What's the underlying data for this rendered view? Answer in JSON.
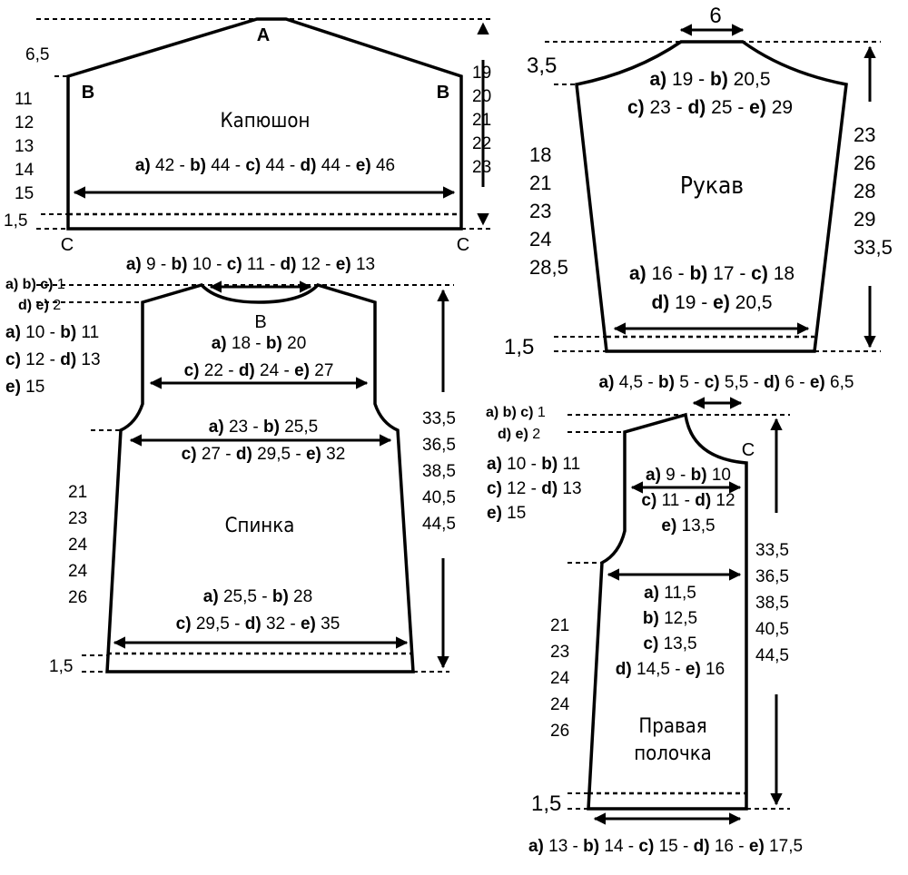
{
  "hood": {
    "title": "Капюшон",
    "width_label": "a) 42 - b) 44 - c) 44 - d) 44 - e) 46",
    "width_parts": [
      {
        "b": "a)",
        "n": " 42 - "
      },
      {
        "b": "b)",
        "n": " 44 - "
      },
      {
        "b": "c)",
        "n": " 44 - "
      },
      {
        "b": "d)",
        "n": " 44 - "
      },
      {
        "b": "e)",
        "n": " 46"
      }
    ],
    "top_offset": "6,5",
    "side_heights": [
      "11",
      "12",
      "13",
      "14",
      "15"
    ],
    "right_heights": [
      "19",
      "20",
      "21",
      "22",
      "23"
    ],
    "hem": "1,5",
    "point_a": "A",
    "point_b": "B",
    "point_c": "C"
  },
  "back": {
    "title": "Спинка",
    "neck_width_parts": [
      {
        "b": "a)",
        "n": " 9 - "
      },
      {
        "b": "b)",
        "n": " 10 - "
      },
      {
        "b": "c)",
        "n": " 11 - "
      },
      {
        "b": "d)",
        "n": " 12 - "
      },
      {
        "b": "e)",
        "n": " 13"
      }
    ],
    "neck_depth_1": {
      "b": "a) b) c)",
      "n": " 1"
    },
    "neck_depth_2": {
      "b": "d) e)",
      "n": " 2"
    },
    "armhole_depth": [
      [
        {
          "b": "a)",
          "n": " 10 - "
        },
        {
          "b": "b)",
          "n": " 11"
        }
      ],
      [
        {
          "b": "c)",
          "n": " 12 - "
        },
        {
          "b": "d)",
          "n": " 13"
        }
      ],
      [
        {
          "b": "e)",
          "n": " 15"
        }
      ]
    ],
    "shoulder_width": [
      [
        {
          "b": "a)",
          "n": " 18 - "
        },
        {
          "b": "b)",
          "n": " 20"
        }
      ],
      [
        {
          "b": "c)",
          "n": " 22 - "
        },
        {
          "b": "d)",
          "n": " 24  - "
        },
        {
          "b": "e)",
          "n": " 27"
        }
      ]
    ],
    "chest_width": [
      [
        {
          "b": "a)",
          "n": " 23 - "
        },
        {
          "b": "b)",
          "n": " 25,5"
        }
      ],
      [
        {
          "b": "c)",
          "n": " 27 - "
        },
        {
          "b": "d)",
          "n": " 29,5 - "
        },
        {
          "b": "e)",
          "n": " 32"
        }
      ]
    ],
    "hem_width": [
      [
        {
          "b": "a)",
          "n": " 25,5 - "
        },
        {
          "b": "b)",
          "n": " 28"
        }
      ],
      [
        {
          "b": "c)",
          "n": " 29,5 - "
        },
        {
          "b": "d)",
          "n": " 32 - "
        },
        {
          "b": "e)",
          "n": " 35"
        }
      ]
    ],
    "side_heights": [
      "21",
      "23",
      "24",
      "24",
      "26"
    ],
    "total_heights": [
      "33,5",
      "36,5",
      "38,5",
      "40,5",
      "44,5"
    ],
    "hem": "1,5",
    "point_b": "B"
  },
  "sleeve": {
    "title": "Рукав",
    "top_width": "6",
    "cap_offset": "3,5",
    "cap_width": [
      [
        {
          "b": "a)",
          "n": " 19 - "
        },
        {
          "b": "b)",
          "n": " 20,5"
        }
      ],
      [
        {
          "b": "c)",
          "n": " 23 - "
        },
        {
          "b": "d)",
          "n": " 25 - "
        },
        {
          "b": "e)",
          "n": " 29"
        }
      ]
    ],
    "cuff_width": [
      [
        {
          "b": "a)",
          "n": " 16 - "
        },
        {
          "b": "b)",
          "n": " 17 - "
        },
        {
          "b": "c)",
          "n": " 18"
        }
      ],
      [
        {
          "b": "d)",
          "n": " 19 - "
        },
        {
          "b": "e)",
          "n": " 20,5"
        }
      ]
    ],
    "side_heights": [
      "18",
      "21",
      "23",
      "24",
      "28,5"
    ],
    "right_heights": [
      "23",
      "26",
      "28",
      "29",
      "33,5"
    ],
    "hem": "1,5",
    "bottom_parts": [
      {
        "b": "a)",
        "n": " 4,5 - "
      },
      {
        "b": "b)",
        "n": " 5 - "
      },
      {
        "b": "c)",
        "n": " 5,5 - "
      },
      {
        "b": "d)",
        "n": " 6 - "
      },
      {
        "b": "e)",
        "n": " 6,5"
      }
    ]
  },
  "front": {
    "title_line1": "Правая",
    "title_line2": "полочка",
    "neck_depth_1": {
      "b": "a) b) c)",
      "n": " 1"
    },
    "neck_depth_2": {
      "b": "d) e)",
      "n": " 2"
    },
    "armhole_depth": [
      [
        {
          "b": "a)",
          "n": " 10 - "
        },
        {
          "b": "b)",
          "n": " 11"
        }
      ],
      [
        {
          "b": "c)",
          "n": " 12 - "
        },
        {
          "b": "d)",
          "n": " 13"
        }
      ],
      [
        {
          "b": "e)",
          "n": " 15"
        }
      ]
    ],
    "shoulder_width": [
      [
        {
          "b": "a)",
          "n": " 9 - "
        },
        {
          "b": "b)",
          "n": " 10"
        }
      ],
      [
        {
          "b": "c)",
          "n": " 11 - "
        },
        {
          "b": "d)",
          "n": " 12"
        }
      ],
      [
        {
          "b": "e)",
          "n": " 13,5"
        }
      ]
    ],
    "chest_width": [
      [
        {
          "b": "a)",
          "n": " 11,5"
        }
      ],
      [
        {
          "b": "b)",
          "n": " 12,5"
        }
      ],
      [
        {
          "b": "c)",
          "n": " 13,5"
        }
      ],
      [
        {
          "b": "d)",
          "n": " 14,5 - "
        },
        {
          "b": "e)",
          "n": " 16"
        }
      ]
    ],
    "side_heights": [
      "21",
      "23",
      "24",
      "24",
      "26"
    ],
    "total_heights": [
      "33,5",
      "36,5",
      "38,5",
      "40,5",
      "44,5"
    ],
    "hem": "1,5",
    "point_c": "C",
    "bottom_parts": [
      {
        "b": "a)",
        "n": " 13 - "
      },
      {
        "b": "b)",
        "n": " 14 - "
      },
      {
        "b": "c)",
        "n": " 15 - "
      },
      {
        "b": "d)",
        "n": " 16 - "
      },
      {
        "b": "e)",
        "n": " 17,5"
      }
    ]
  }
}
